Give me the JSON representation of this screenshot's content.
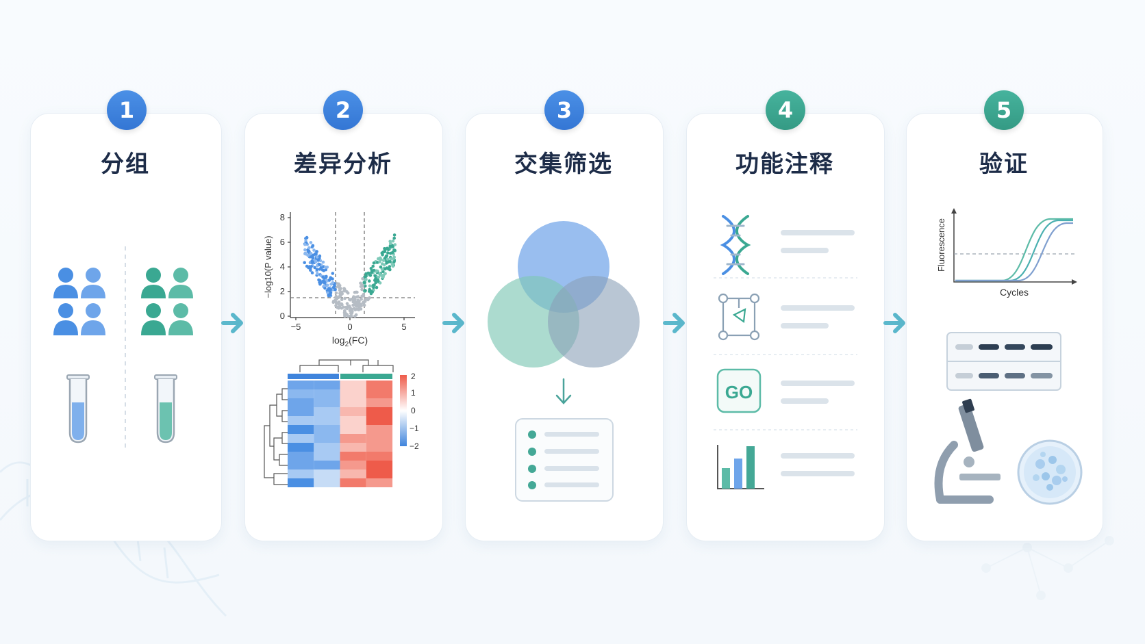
{
  "steps": [
    {
      "number": "1",
      "title": "分组",
      "color": "blue"
    },
    {
      "number": "2",
      "title": "差异分析",
      "color": "blue"
    },
    {
      "number": "3",
      "title": "交集筛选",
      "color": "blue"
    },
    {
      "number": "4",
      "title": "功能注释",
      "color": "teal"
    },
    {
      "number": "5",
      "title": "验证",
      "color": "teal"
    }
  ],
  "volcano": {
    "ylabel": "−log10(P value)",
    "xlabel_main": "log",
    "xlabel_sub": "2",
    "xlabel_tail": "(FC)",
    "x_ticks": [
      "−5",
      "0",
      "5"
    ],
    "y_ticks": [
      "8",
      "6",
      "4",
      "2",
      "0"
    ]
  },
  "heatmap": {
    "scale_ticks": [
      "2",
      "1",
      "0",
      "−1",
      "−2"
    ]
  },
  "annotation": {
    "go_label": "GO"
  },
  "qpcr": {
    "ylabel": "Fluorescence",
    "xlabel": "Cycles"
  },
  "colors": {
    "blue": "#3f84dc",
    "teal": "#3aa892",
    "arrow": "#5bb8cc"
  }
}
